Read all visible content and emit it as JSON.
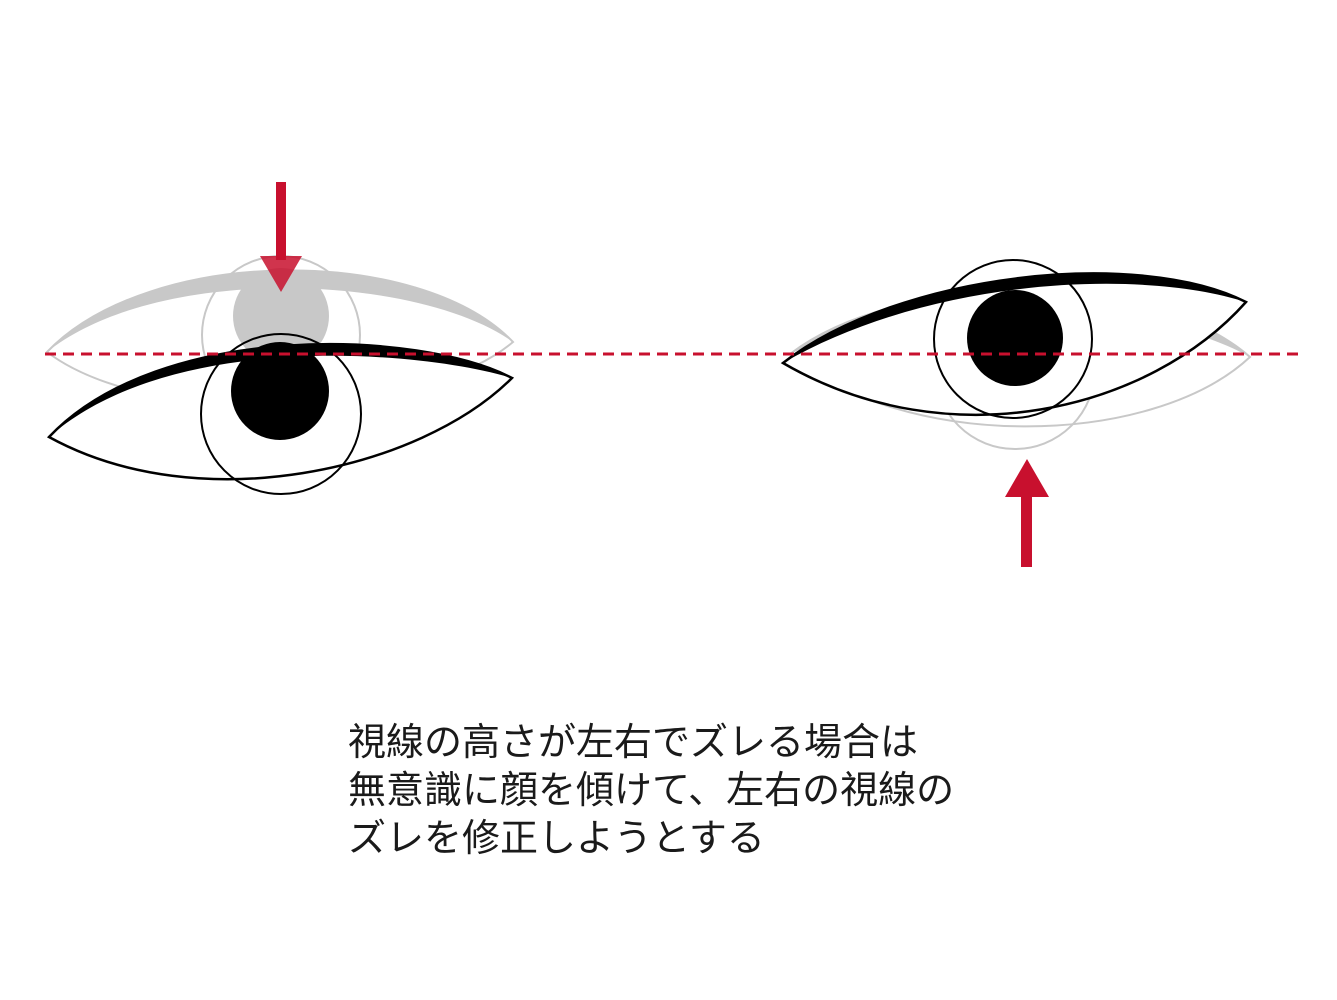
{
  "colors": {
    "accent_red": "#c8102e",
    "ghost_gray": "#c8c8c8",
    "ink": "#000000",
    "background": "#ffffff"
  },
  "icons": {
    "left_arrow": "arrow-down-icon",
    "right_arrow": "arrow-up-icon"
  },
  "caption": {
    "line1": "視線の高さが左右でズレる場合は",
    "line2": "無意識に顔を傾けて、左右の視線の",
    "line3": "ズレを修正しようとする"
  }
}
